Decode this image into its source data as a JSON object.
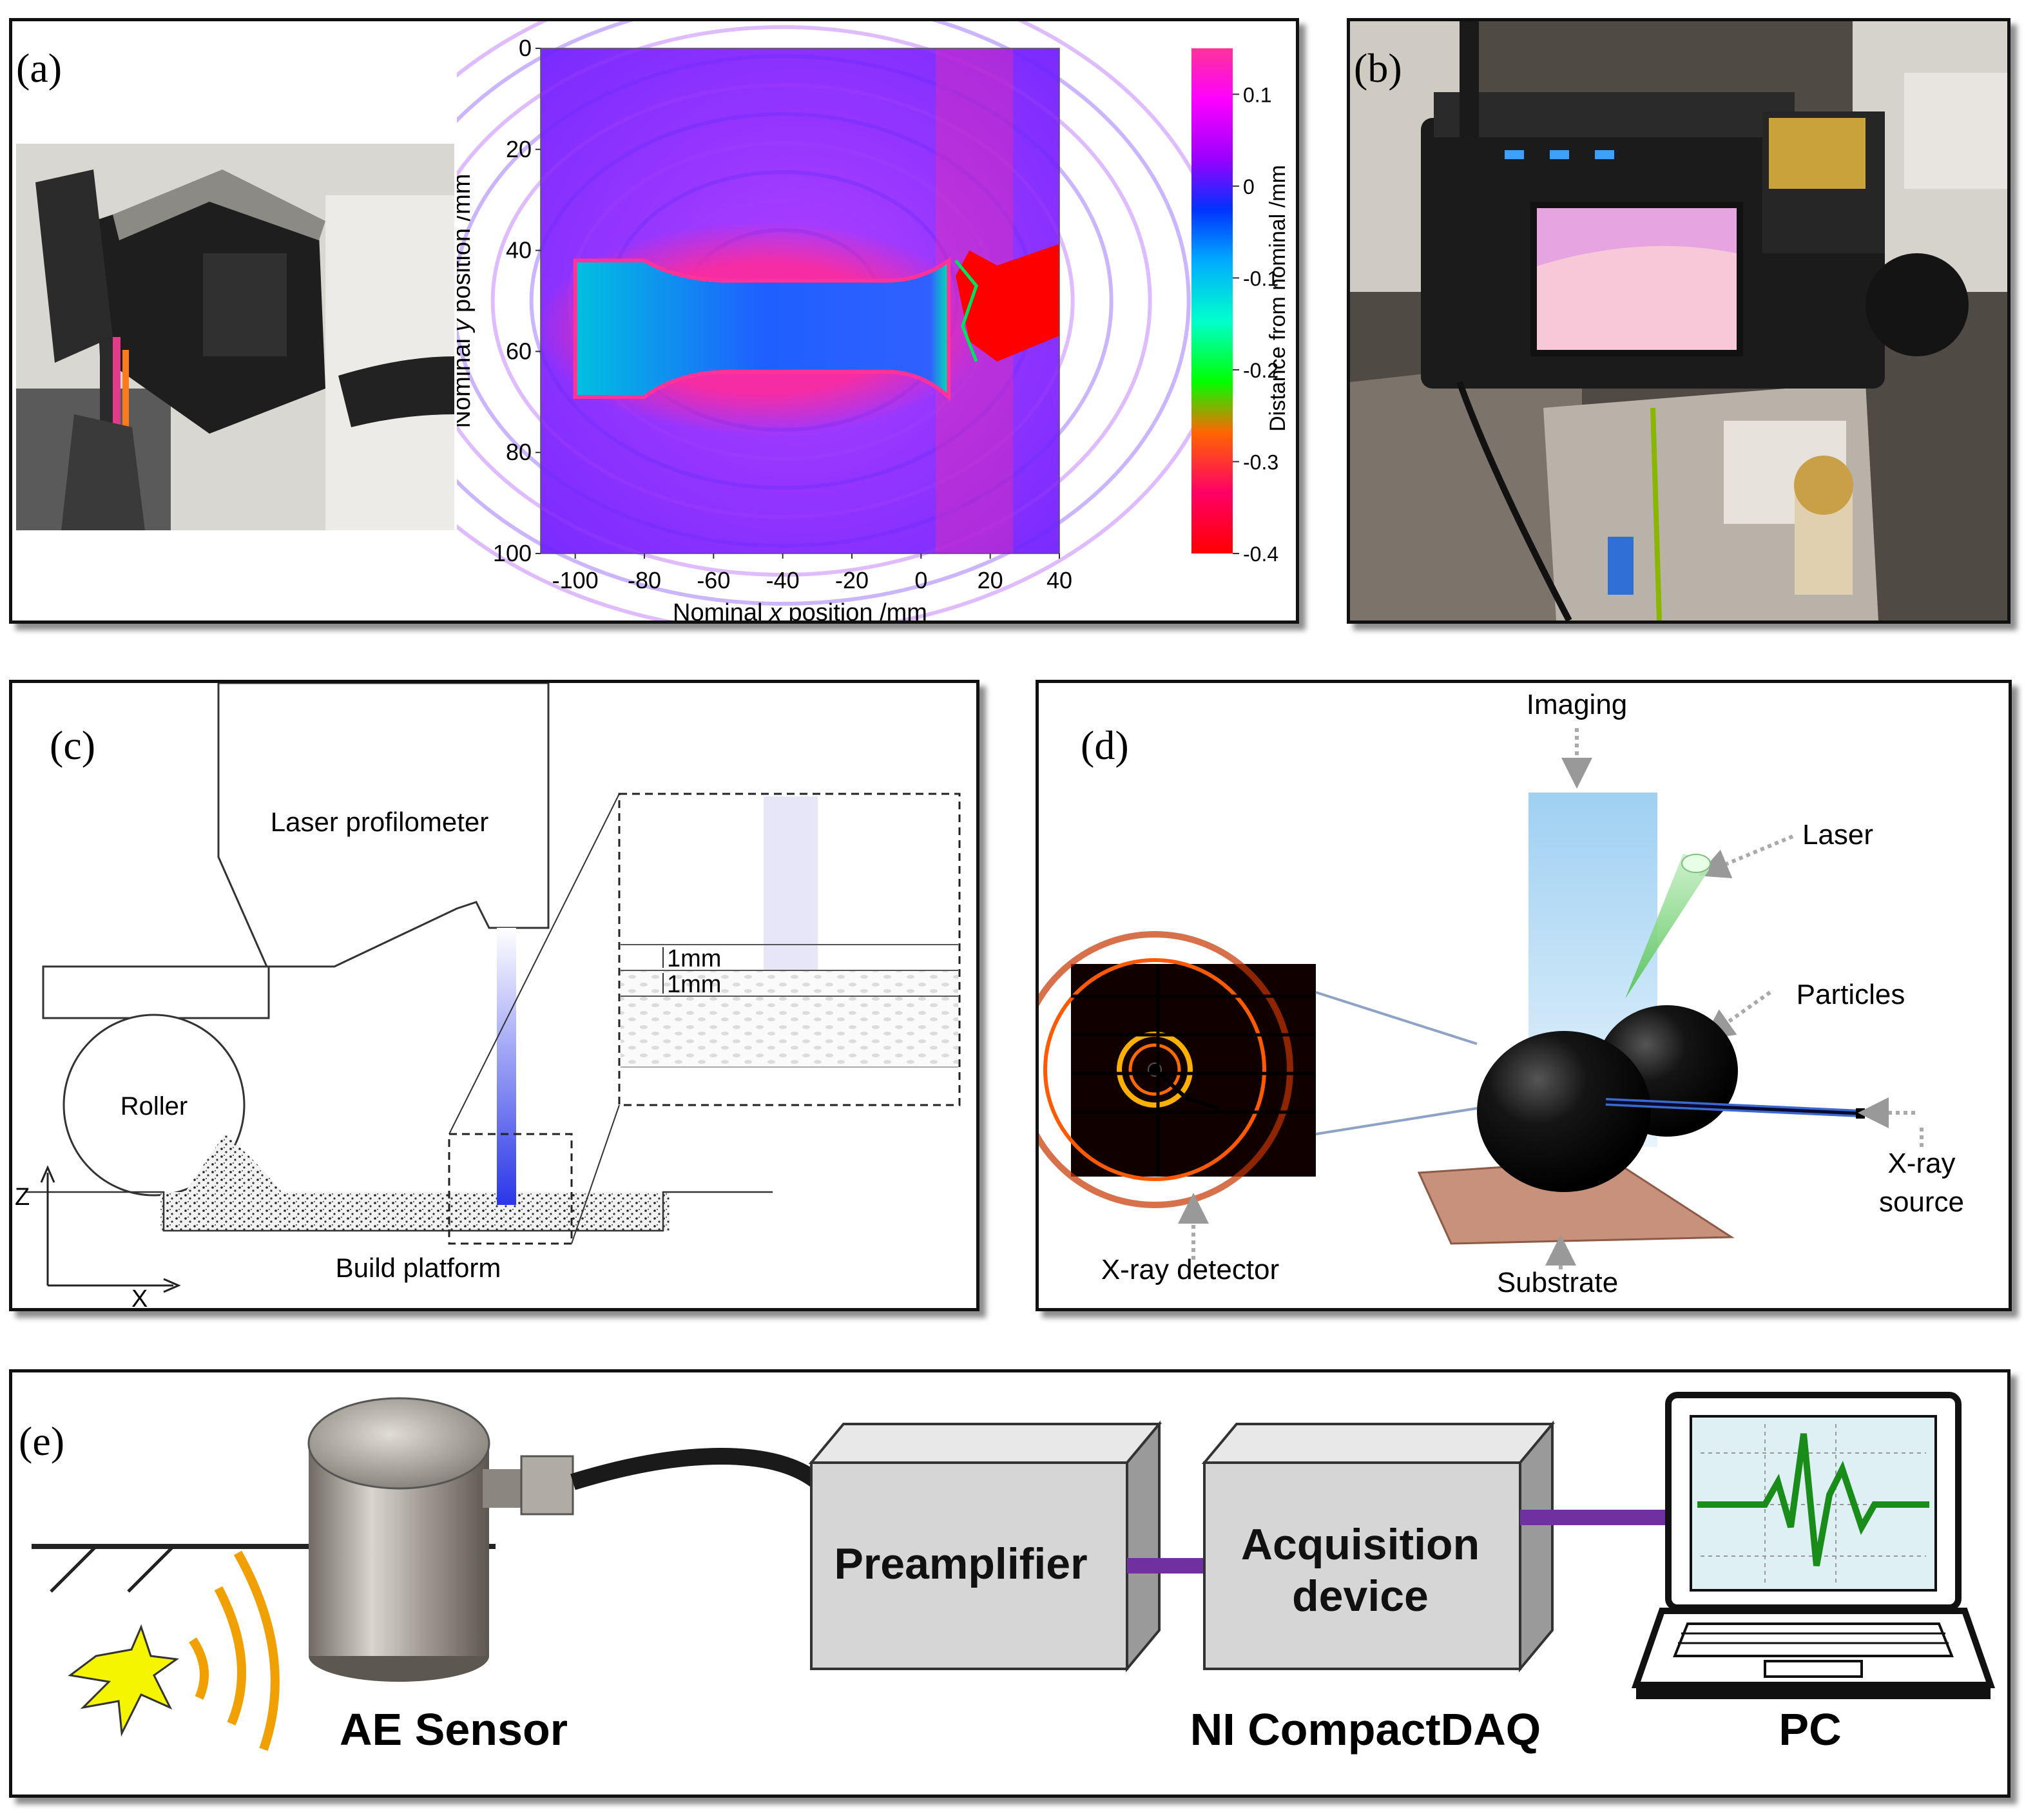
{
  "panel_a": {
    "label": "(a)",
    "chart_data": {
      "type": "heatmap",
      "title": "",
      "xlabel_prefix": "Nominal ",
      "xlabel_var": "x",
      "xlabel_suffix": " position /mm",
      "ylabel_prefix": "Nominal ",
      "ylabel_var": "y",
      "ylabel_suffix": " position /mm",
      "xlim": [
        -110,
        40
      ],
      "ylim": [
        0,
        100
      ],
      "y_inverted": true,
      "xticks": [
        -100,
        -80,
        -60,
        -40,
        -20,
        0,
        20,
        40
      ],
      "yticks": [
        0,
        20,
        40,
        60,
        80,
        100
      ],
      "colorbar": {
        "label": "Distance from nominal /mm",
        "range": [
          -0.4,
          0.15
        ],
        "ticks": [
          0.1,
          0,
          -0.1,
          -0.2,
          -0.3,
          -0.4
        ],
        "colors": [
          "#ff0000",
          "#ff0066",
          "#00ff00",
          "#00ffcc",
          "#00ccff",
          "#0033ff",
          "#9900ff",
          "#ff00ff",
          "#ff3399"
        ]
      },
      "features": [
        {
          "name": "specimen",
          "x_range": [
            -100,
            8
          ],
          "y_range": [
            42,
            69
          ],
          "value": -0.08
        },
        {
          "name": "raised region",
          "x_range": [
            10,
            40
          ],
          "y_range": [
            40,
            62
          ],
          "value": -0.4
        },
        {
          "name": "background",
          "value": 0.02
        }
      ]
    }
  },
  "panel_b": {
    "label": "(b)"
  },
  "panel_c": {
    "label": "(c)",
    "laser_profilometer": "Laser profilometer",
    "roller": "Roller",
    "build_platform": "Build platform",
    "layer1": "1mm",
    "layer2": "1mm",
    "axis_z": "Z",
    "axis_x": "X"
  },
  "panel_d": {
    "label": "(d)",
    "imaging": "Imaging",
    "laser": "Laser",
    "particles": "Particles",
    "xray_source_line1": "X-ray",
    "xray_source_line2": "source",
    "xray_detector": "X-ray detector",
    "substrate": "Substrate"
  },
  "panel_e": {
    "label": "(e)",
    "ae_sensor": "AE Sensor",
    "preamplifier": "Preamplifier",
    "acquisition_line1": "Acquisition",
    "acquisition_line2": "device",
    "ni_compactdaq": "NI CompactDAQ",
    "pc": "PC",
    "colors": {
      "cable": "#7030a0",
      "waveform": "#1a8c1a",
      "wave_arcs": "#f0a000",
      "spark": "#f5f500"
    }
  }
}
